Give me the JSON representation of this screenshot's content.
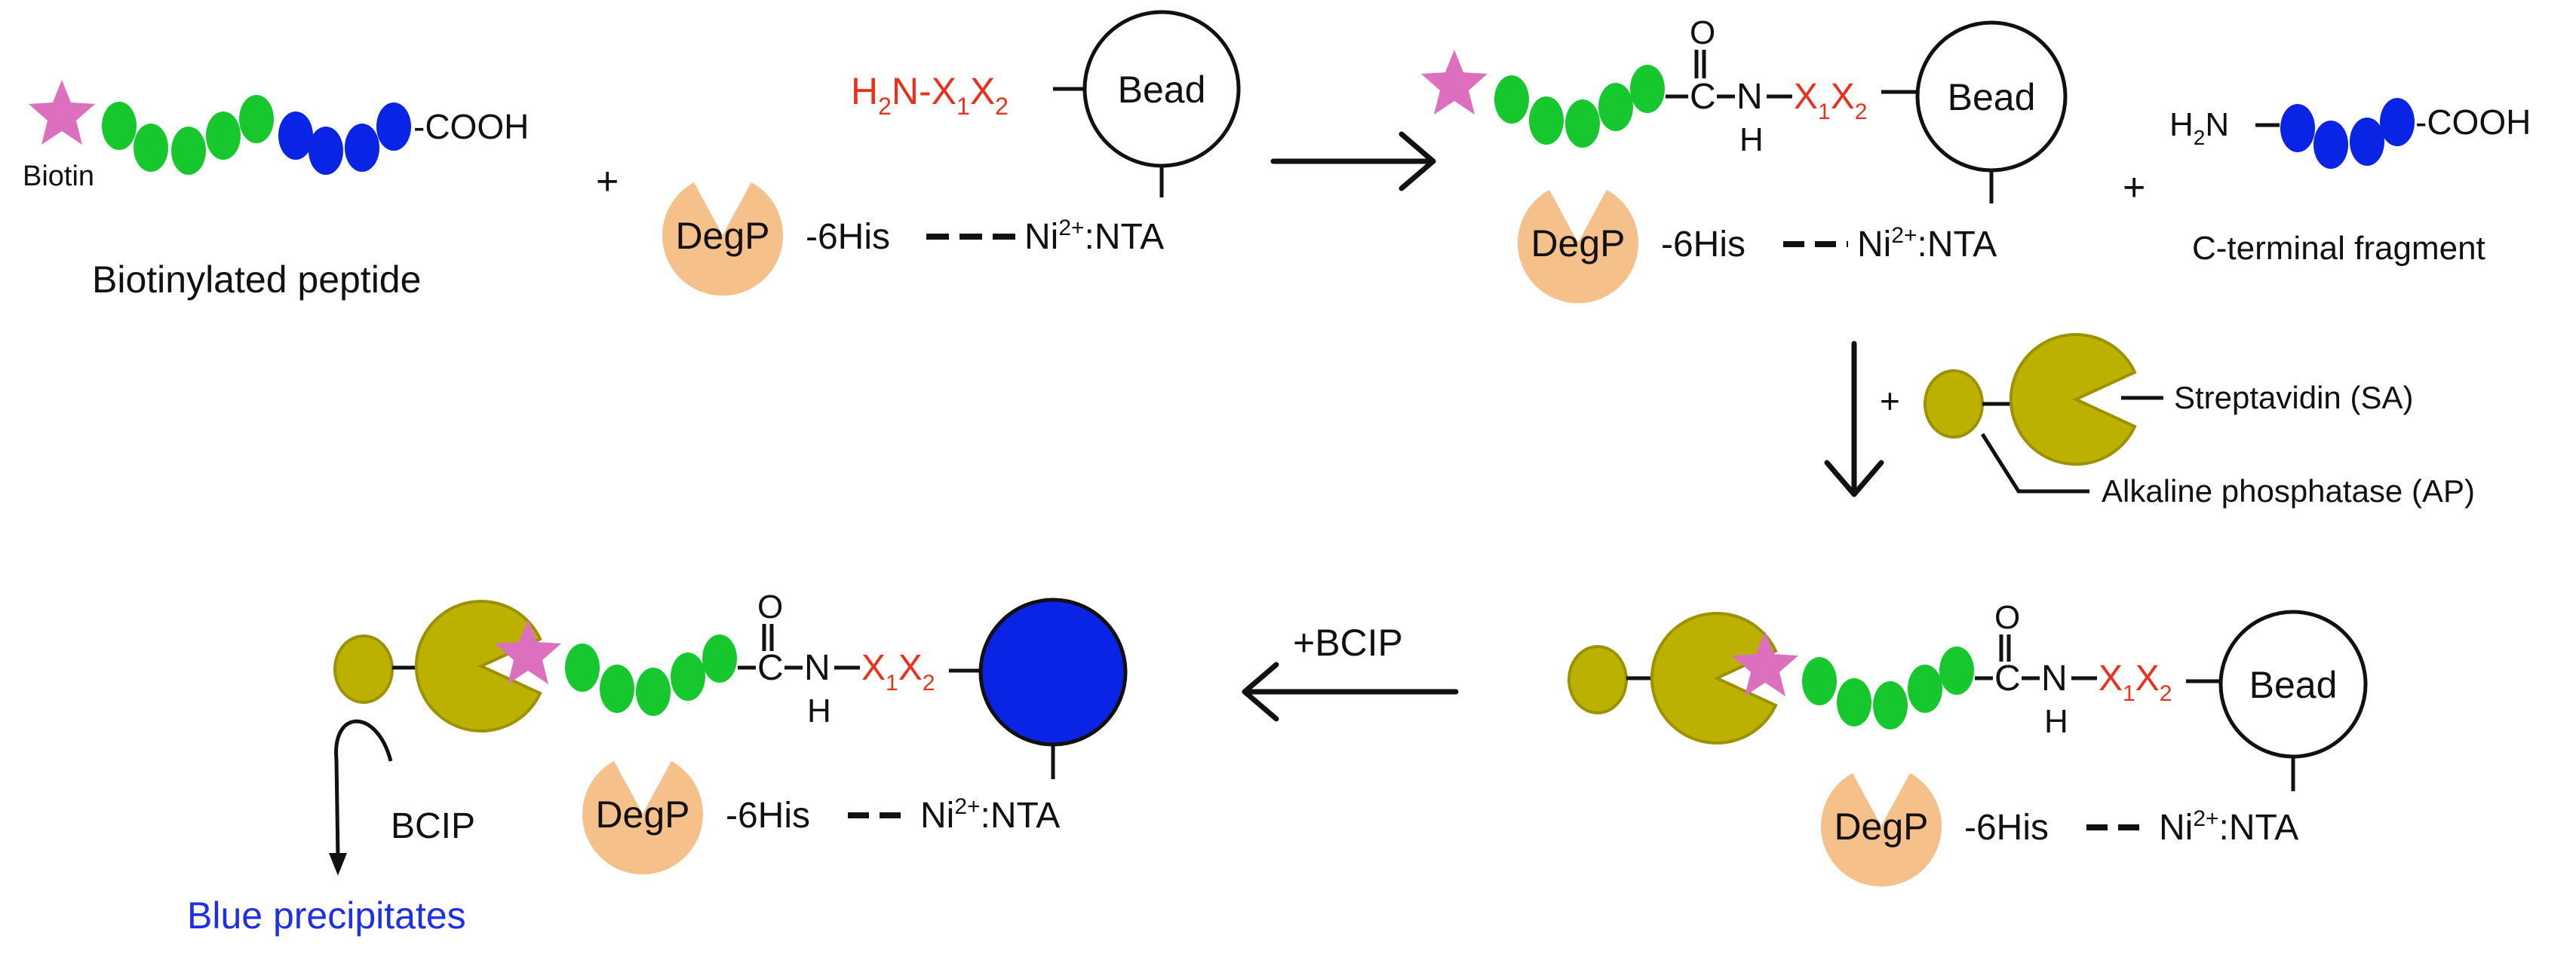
{
  "labels": {
    "biotin": "Biotin",
    "biotinylated_peptide": "Biotinylated peptide",
    "cooh": "-COOH",
    "cooh_plain": "COOH",
    "plus": "+",
    "amine_h2n": "H",
    "amine_2": "2",
    "amine_n": "N-X",
    "x_sub1": "1",
    "x_x2": "X",
    "x_sub2": "2",
    "bead": "Bead",
    "degp": "DegP",
    "his": "-6His",
    "ni": "Ni",
    "ni_charge": "2+",
    "nta": ":NTA",
    "carbonyl_o": "O",
    "carbonyl_c": "C",
    "amide_n": "N",
    "amide_h": "H",
    "x1": "X",
    "x2": "X",
    "c_terminal_fragment": "C-terminal fragment",
    "streptavidin": "Streptavidin (SA)",
    "alkaline_phosphatase": "Alkaline phosphatase (AP)",
    "bcip_reagent": "+BCIP",
    "bcip": "BCIP",
    "blue_precipitates": "Blue precipitates"
  },
  "colors": {
    "biotin_star": "#dd6fbf",
    "green_residue": "#16c82e",
    "blue_residue": "#0a24e6",
    "degp": "#f6c08a",
    "sa_ap": "#bdb100",
    "sa_ap_stroke": "#9c9200",
    "label_red": "#e8321e",
    "label_blue": "#1f2ee8"
  }
}
